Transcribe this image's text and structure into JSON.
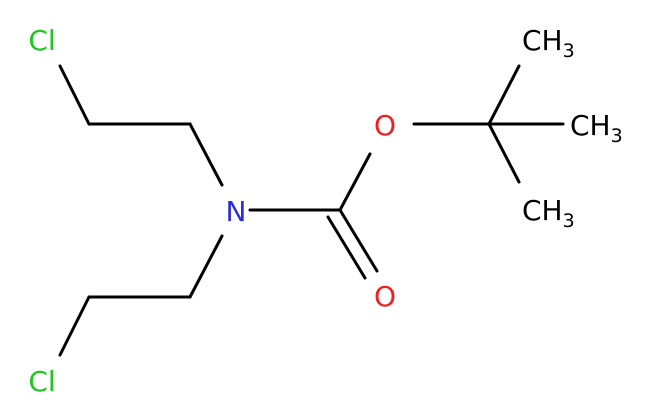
{
  "molecule": {
    "atoms": {
      "cl_top": "Cl",
      "cl_bottom": "Cl",
      "nitrogen": "N",
      "oxygen_ester": "O",
      "oxygen_carbonyl": "O",
      "methyl_top": {
        "main": "CH",
        "sub": "3"
      },
      "methyl_right": {
        "main": "CH",
        "sub": "3"
      },
      "methyl_bottom": {
        "main": "CH",
        "sub": "3"
      }
    },
    "colors": {
      "bond": "#000000",
      "chlorine": "#1fc71f",
      "nitrogen": "#2c2cd9",
      "oxygen": "#ee2020",
      "carbon": "#000000"
    }
  }
}
